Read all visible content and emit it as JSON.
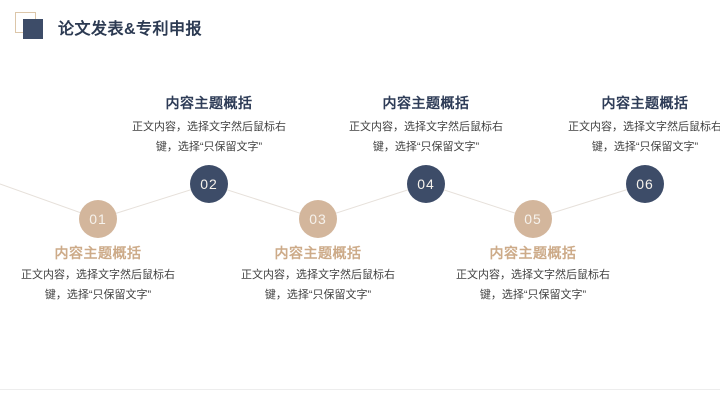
{
  "slide": {
    "title": "论文发表&专利申报",
    "colors": {
      "navy": "#3d4c68",
      "tan": "#d3b69c",
      "title_text": "#2c3a52",
      "heading_navy": "#2e3c57",
      "heading_tan": "#cdab89",
      "body_text": "#414141",
      "number_text": "#f6f2ec",
      "connector": "#e6e0da"
    },
    "steps": [
      {
        "number": "01",
        "position": "bottom",
        "heading": "内容主题概括",
        "body": "正文内容，选择文字然后鼠标右键，选择“只保留文字”"
      },
      {
        "number": "02",
        "position": "top",
        "heading": "内容主题概括",
        "body": "正文内容，选择文字然后鼠标右键，选择“只保留文字”"
      },
      {
        "number": "03",
        "position": "bottom",
        "heading": "内容主题概括",
        "body": "正文内容，选择文字然后鼠标右键，选择“只保留文字”"
      },
      {
        "number": "04",
        "position": "top",
        "heading": "内容主题概括",
        "body": "正文内容，选择文字然后鼠标右键，选择“只保留文字”"
      },
      {
        "number": "05",
        "position": "bottom",
        "heading": "内容主题概括",
        "body": "正文内容，选择文字然后鼠标右键，选择“只保留文字”"
      },
      {
        "number": "06",
        "position": "top",
        "heading": "内容主题概括",
        "body": "正文内容，选择文字然后鼠标右键，选择“只保留文字”"
      }
    ]
  }
}
